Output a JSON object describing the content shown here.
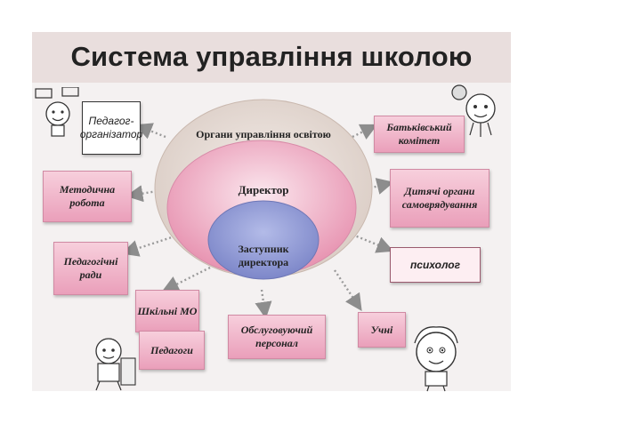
{
  "title": "Система управління школою",
  "center": {
    "outer": "Органи управління освітою",
    "middle": "Директор",
    "inner": "Заступник директора"
  },
  "boxes": {
    "pedagog_organizer": "Педагог-організатор",
    "parents_committee": "Батьківський комітет",
    "methodical_work": "Методична робота",
    "children_bodies": "Дитячі органи самоврядування",
    "ped_councils": "Педагогічні ради",
    "psychologist": "психолог",
    "school_mo": "Шкільні МО",
    "teachers": "Педагоги",
    "service_staff": "Обслуговуючий персонал",
    "students": "Учні"
  },
  "colors": {
    "box_fill": "#ef b3c8",
    "outer_ellipse": "#e7dcd6",
    "middle_ellipse": "#eeb0c4",
    "inner_ellipse": "#8f99d6",
    "arrow": "#9a9a9a"
  },
  "icons": [
    "cartoon-boy-left-top",
    "cartoon-boy-right-top",
    "cartoon-boy-left-bottom",
    "cartoon-boy-right-bottom"
  ]
}
